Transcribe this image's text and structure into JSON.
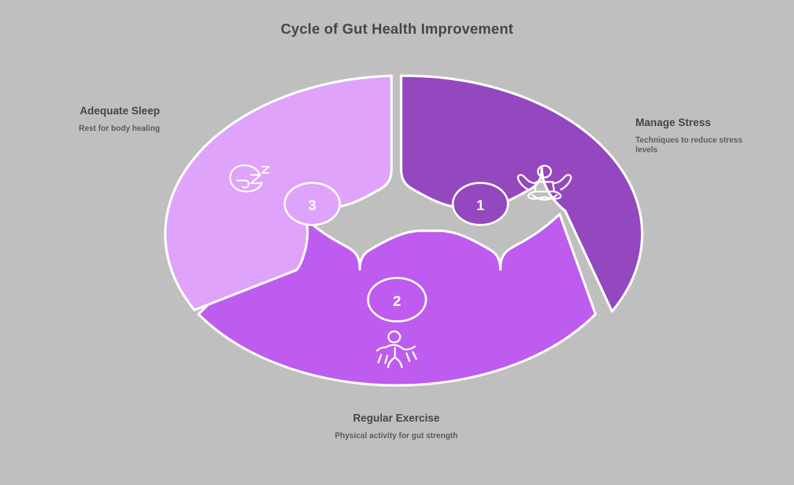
{
  "title": "Cycle of Gut Health Improvement",
  "colors": {
    "background": "#bfbfbf",
    "segment_dark": "#9448bf",
    "segment_medium": "#be5cf0",
    "segment_light": "#dfa3fb",
    "stroke": "#ffffff",
    "title_text": "#46464e",
    "body_text": "#5c5c64"
  },
  "chart_data": {
    "type": "pie",
    "title": "Cycle of Gut Health Improvement",
    "categories": [
      "Manage Stress",
      "Regular Exercise",
      "Adequate Sleep"
    ],
    "values": [
      1,
      1,
      1
    ],
    "legend_position": "outside-labels"
  },
  "segments": [
    {
      "number": "1",
      "title": "Manage Stress",
      "description": "Techniques to reduce stress levels",
      "color": "#9448bf",
      "icon": "meditation-lotus-icon",
      "align": "left"
    },
    {
      "number": "2",
      "title": "Regular Exercise",
      "description": "Physical activity for gut strength",
      "color": "#be5cf0",
      "icon": "running-person-icon",
      "align": "center"
    },
    {
      "number": "3",
      "title": "Adequate Sleep",
      "description": "Rest for body healing",
      "color": "#dfa3fb",
      "icon": "sleeping-face-zzz-icon",
      "align": "right"
    }
  ]
}
